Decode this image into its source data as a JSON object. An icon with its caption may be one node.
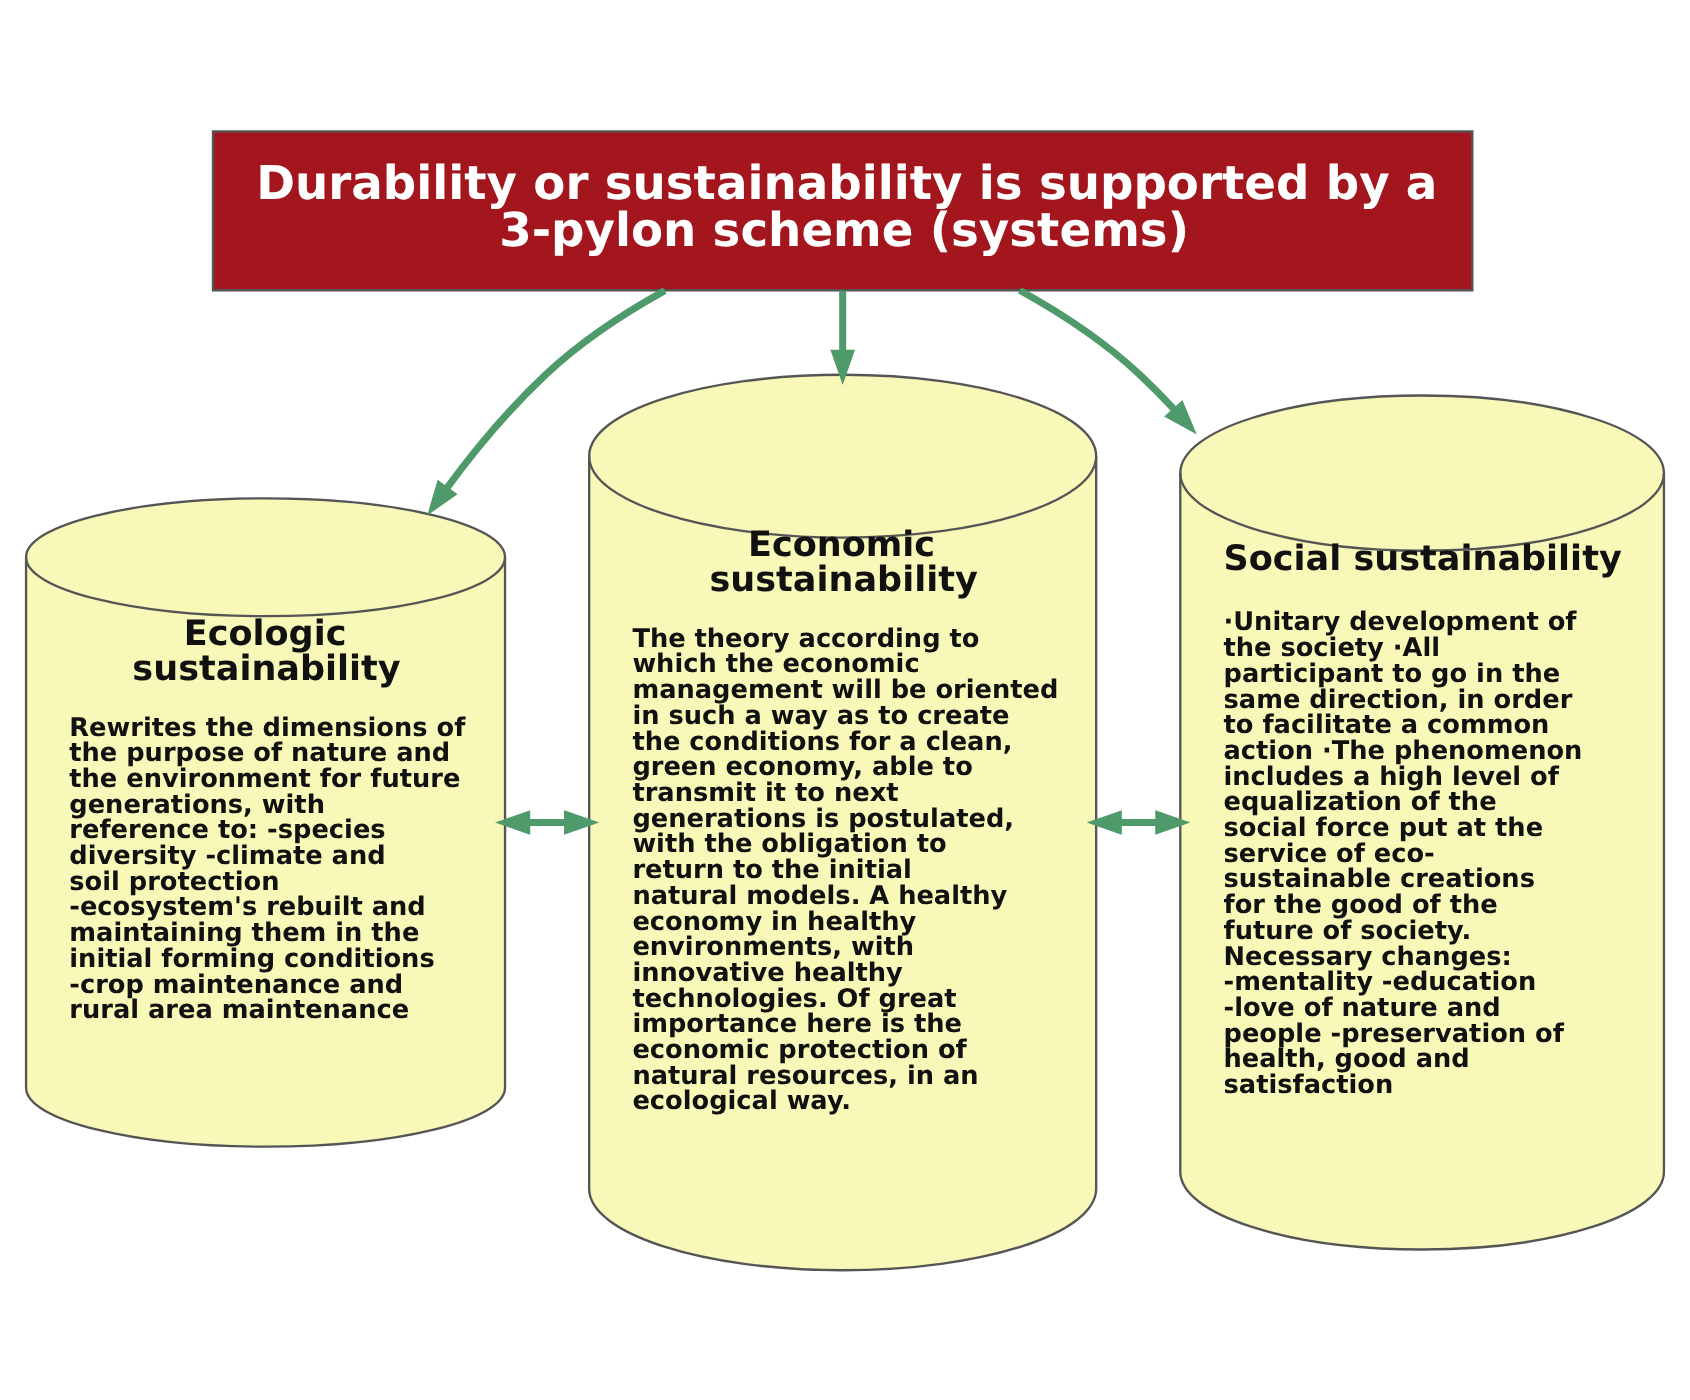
{
  "diagram": {
    "nodes": [
      {
        "text": [
          "Durability or sustainability is supported by a 3-pylon scheme (systems)"
        ]
      },
      {
        "text": [
          "Ecologic sustainability",
          "Rewrites the dimensions of the purpose of nature and the environment for future generations, with reference to: -species diversity -climate and soil protection -ecosystem's rebuilt and maintaining them in the initial forming conditions -crop maintenance and rural area maintenance"
        ]
      },
      {
        "text": [
          "Economic sustainability",
          "The theory according to which the economic management will be oriented in such a way as to create the conditions for a clean, green economy, able to transmit it to next generations is postulated, with the obligation to return to the initial natural models. A healthy economy in healthy environments, with innovative healthy technologies. Of great importance here is the economic protection of natural resources, in an ecological way."
        ]
      },
      {
        "text": [
          "Social sustainability",
          "·Unitary development of the society ·All participant to go in the same direction, in order to facilitate a common action ·The phenomenon includes a high level of equalization of the social force put at the service of eco-sustainable creations for the good of the future of society. Necessary changes: -mentality -education -love of nature and people -preservation of health, good and satisfaction"
        ]
      }
    ],
    "edges": [
      {
        "from": 0,
        "to": 1,
        "arrow": "to"
      },
      {
        "from": 0,
        "to": 2,
        "arrow": "to"
      },
      {
        "from": 0,
        "to": 3,
        "arrow": "to"
      },
      {
        "from": 1,
        "to": 2,
        "arrow": "both"
      },
      {
        "from": 2,
        "to": 3,
        "arrow": "both"
      }
    ]
  }
}
